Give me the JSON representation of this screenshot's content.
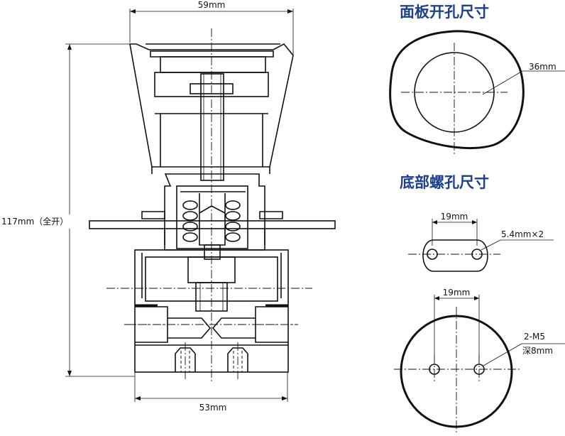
{
  "side_view": {
    "top_width_label": "59mm",
    "bottom_width_label": "53mm",
    "height_label": "117mm（全开）"
  },
  "panel_cutout": {
    "heading": "面板开孔尺寸",
    "diameter_label": "36mm"
  },
  "base_holes": {
    "heading": "底部螺孔尺寸",
    "upper_spacing_label": "19mm",
    "upper_hole_label": "5.4mm×2",
    "lower_spacing_label": "19mm",
    "thread_label": "2-M5",
    "depth_label": "深8mm"
  }
}
